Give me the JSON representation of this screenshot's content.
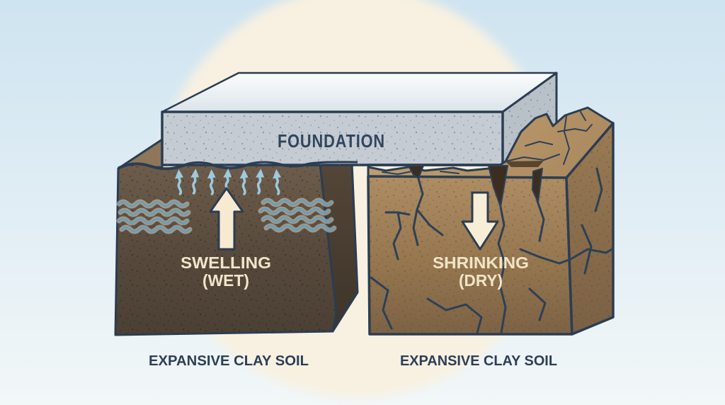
{
  "foundation": {
    "label": "FOUNDATION"
  },
  "wet_block": {
    "state": "SWELLING",
    "condition": "(WET)",
    "caption": "EXPANSIVE CLAY SOIL"
  },
  "dry_block": {
    "state": "SHRINKING",
    "condition": "(DRY)",
    "caption": "EXPANSIVE CLAY SOIL"
  },
  "icons": {
    "swelling_arrow": "up-arrow-icon",
    "shrinking_arrow": "down-arrow-icon",
    "moisture_waves": "water-wave-icon",
    "evaporation_arrows": "moisture-rise-arrow-icon"
  },
  "colors": {
    "sky_top": "#cee4f0",
    "sky_bottom": "#f0f6f8",
    "halo_cream": "#f8f1e1",
    "concrete_front": "#c4cbd2",
    "concrete_top": "#eaf0f3",
    "concrete_side": "#b8c0c8",
    "outline_navy": "#2b3d52",
    "wet_soil_front": "#5d4e40",
    "wet_soil_side": "#483c30",
    "wet_soil_top": "#8d7659",
    "dry_soil_front": "#a3825a",
    "dry_soil_top": "#bd9c6e",
    "dry_soil_side": "#8a6c4a",
    "crack": "#2d4056",
    "arrow_cream": "#f7ead0",
    "label_cream": "#f0e5c8",
    "label_navy": "#2d3e57",
    "water_blue": "#699eba",
    "mist_blue": "#9ccadf"
  }
}
